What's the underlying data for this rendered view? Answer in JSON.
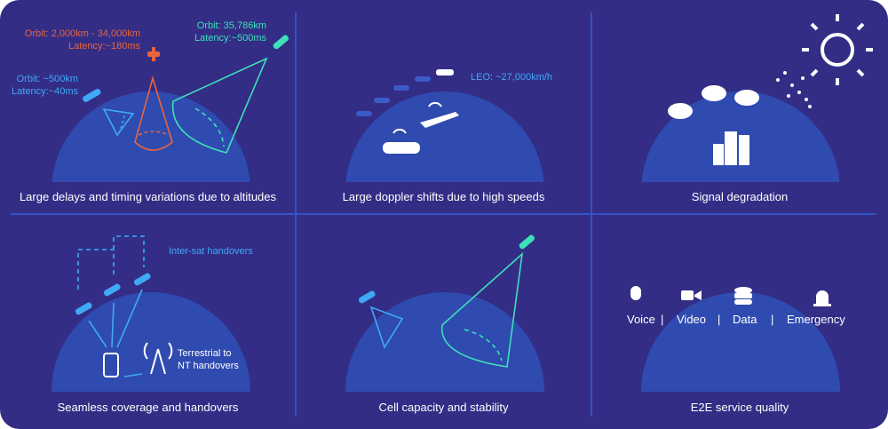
{
  "cells": [
    {
      "label": "Large delays and timing variations due to altitudes",
      "leo": {
        "orbit": "Orbit: ~500km",
        "latency": "Latency:~40ms"
      },
      "meo": {
        "orbit": "Orbit: 2,000km - 34,000km",
        "latency": "Latency:~180ms"
      },
      "geo": {
        "orbit": "Orbit: 35,786km",
        "latency": "Latency:~500ms"
      }
    },
    {
      "label": "Large doppler shifts due to high speeds",
      "speed": "LEO: ~27,000km/h"
    },
    {
      "label": "Signal degradation"
    },
    {
      "label": "Seamless coverage and handovers",
      "intersat": "Inter-sat handovers",
      "terrestrial_1": "Terrestrial to",
      "terrestrial_2": "NT handovers"
    },
    {
      "label": "Cell capacity and stability"
    },
    {
      "label": "E2E service quality",
      "services": [
        "Voice",
        "Video",
        "Data",
        "Emergency"
      ],
      "separator": "|"
    }
  ],
  "colors": {
    "background": "#332d86",
    "globe": "#2f4bb0",
    "orange": "#e8643c",
    "teal": "#3de0b8",
    "blue": "#3fa9f5"
  }
}
